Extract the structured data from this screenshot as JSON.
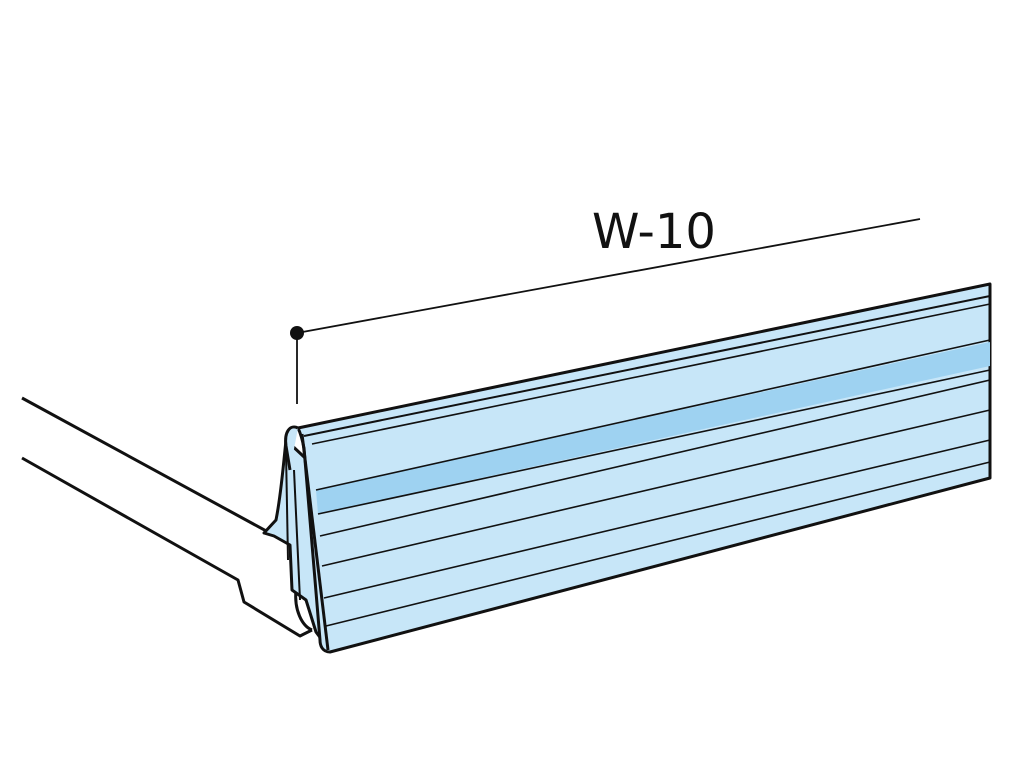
{
  "dimension": {
    "label": "W-10"
  },
  "colors": {
    "outline": "#111111",
    "rail_face": "#c7e6f8",
    "rail_band": "#9ed2f1",
    "shelf_fill": "#ffffff",
    "background": "#ffffff"
  },
  "parts": [
    "shelf-edge",
    "label-holder-rail",
    "dimension-line"
  ]
}
